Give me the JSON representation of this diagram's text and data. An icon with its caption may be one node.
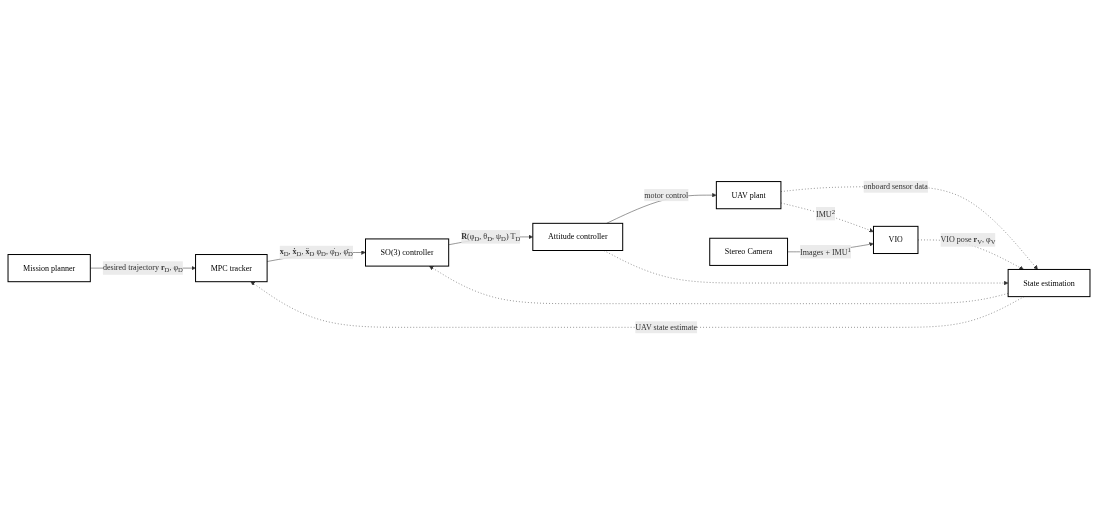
{
  "diagram": {
    "nodes": [
      {
        "text": [
          "Mission planner"
        ]
      },
      {
        "text": [
          "MPC tracker"
        ]
      },
      {
        "text": [
          "SO(3) controller"
        ]
      },
      {
        "text": [
          "Attitude controller"
        ]
      },
      {
        "text": [
          "UAV plant"
        ]
      },
      {
        "text": [
          "State estimation"
        ]
      },
      {
        "text": [
          "Stereo Camera"
        ]
      },
      {
        "text": [
          "VIO"
        ]
      }
    ],
    "edges": [
      {
        "from": 0,
        "to": 1,
        "arrow": "to",
        "label": "desired trajectory **r**$_{D}$, φ$_{D}$"
      },
      {
        "from": 1,
        "to": 2,
        "arrow": "to",
        "label": "**x**$_{D}$, **ẋ**$_{D}$, **ẍ**$_{D}$ φ$_{D}$, φ̇$_{D}$, φ̈$_{D}$"
      },
      {
        "from": 2,
        "to": 3,
        "arrow": "to",
        "label": "**R**(φ$_{D}$, θ$_{D}$, ψ$_{D}$) T$_{D}$"
      },
      {
        "from": 3,
        "to": 4,
        "arrow": "to",
        "label": "motor control"
      },
      {
        "from": 5,
        "to": 1,
        "arrow": "to",
        "style": "dashed",
        "label": "UAV state estimate"
      },
      {
        "from": 5,
        "to": 2,
        "arrow": "to",
        "style": "dashed"
      },
      {
        "from": 3,
        "to": 5,
        "arrow": "to",
        "style": "dashed"
      },
      {
        "from": 4,
        "to": 5,
        "arrow": "to",
        "style": "dashed",
        "label": "onboard sensor data"
      },
      {
        "from": 4,
        "to": 7,
        "arrow": "to",
        "style": "dashed",
        "label": "IMU$^{2}$"
      },
      {
        "from": 6,
        "to": 7,
        "arrow": "to",
        "label": "Images + IMU$^{1}$"
      },
      {
        "from": 7,
        "to": 5,
        "arrow": "to",
        "style": "dashed",
        "label": "VIO pose **r**$_{V}$, φ$_{V}$"
      }
    ]
  }
}
